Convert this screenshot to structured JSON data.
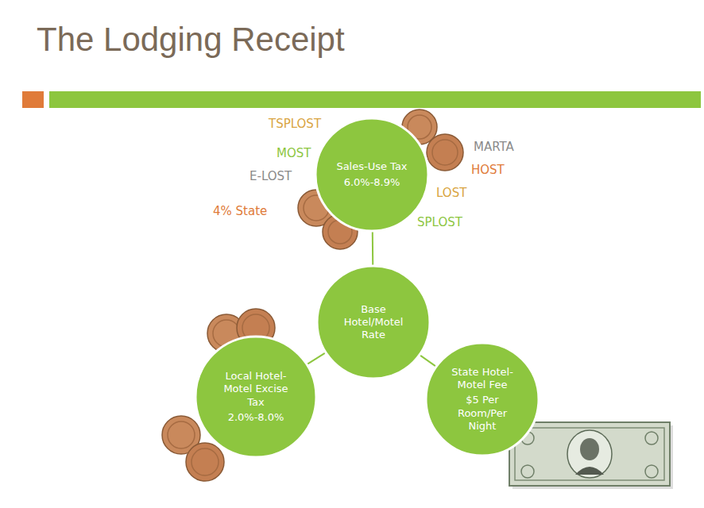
{
  "diagram": {
    "title": "The Lodging Receipt",
    "nodes": [
      {
        "text": [
          "Sales-Use Tax",
          "6.0%-8.9%"
        ]
      },
      {
        "text": [
          "Base Hotel/Motel Rate"
        ]
      },
      {
        "text": [
          "Local Hotel-Motel Excise Tax",
          "2.0%-8.0%"
        ]
      },
      {
        "text": [
          "State Hotel-Motel Fee",
          "$5 Per Room/Per Night"
        ]
      }
    ],
    "edges": [
      {
        "from": 1,
        "to": 0,
        "arrow": "none"
      },
      {
        "from": 1,
        "to": 2,
        "arrow": "none"
      },
      {
        "from": 1,
        "to": 3,
        "arrow": "none"
      }
    ],
    "labels": [
      "TSPLOST",
      "MOST",
      "E-LOST",
      "4% State",
      "MARTA",
      "HOST",
      "LOST",
      "SPLOST"
    ]
  }
}
